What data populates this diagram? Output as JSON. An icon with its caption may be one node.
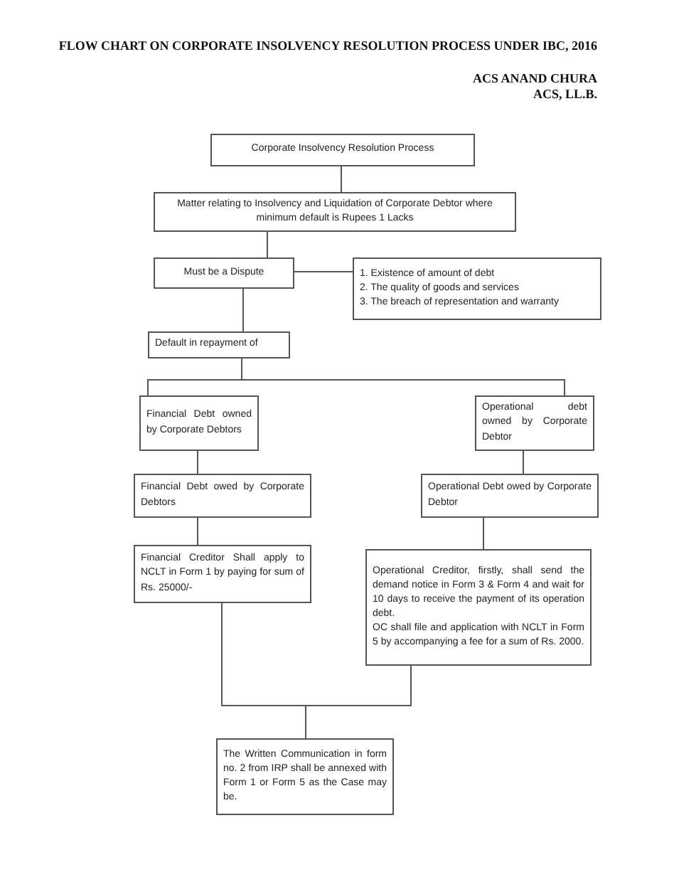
{
  "diagram": {
    "title": "FLOW CHART ON CORPORATE INSOLVENCY RESOLUTION PROCESS UNDER IBC, 2016",
    "nodes": [
      {
        "text": [
          "Corporate Insolvency Resolution Process"
        ]
      },
      {
        "text": [
          "Matter relating to Insolvency and Liquidation of Corporate Debtor where minimum default is Rupees 1 Lacks"
        ]
      },
      {
        "text": [
          "Must be a Dispute"
        ]
      },
      {
        "text": [
          "1. Existence of amount of debt",
          "2. The quality of goods and services",
          "3. The breach of representation and warranty"
        ]
      },
      {
        "text": [
          "Default in repayment of"
        ]
      },
      {
        "text": [
          "Financial Debt owned by Corporate Debtors"
        ]
      },
      {
        "text": [
          "Operational debt owned by Corporate Debtor"
        ]
      },
      {
        "text": [
          "Financial Debt owed by Corporate Debtors"
        ]
      },
      {
        "text": [
          "Operational Debt owed by Corporate Debtor"
        ]
      },
      {
        "text": [
          "Financial Creditor Shall apply to NCLT in Form 1 by paying for sum of Rs. 25000/-"
        ]
      },
      {
        "text": [
          "Operational Creditor, firstly, shall send the demand notice in Form 3 & Form 4 and wait for 10 days to receive the payment of its operation debt.",
          "OC shall file and application with NCLT in Form 5 by accompanying a fee for a sum of Rs. 2000."
        ]
      },
      {
        "text": [
          "The Written Communication in form no. 2 from IRP shall be annexed with Form 1 or Form 5 as the Case may be."
        ]
      }
    ],
    "edges": [
      {
        "from": 0,
        "to": 1,
        "arrow": "none"
      },
      {
        "from": 1,
        "to": 2,
        "arrow": "none"
      },
      {
        "from": 2,
        "to": 3,
        "arrow": "none"
      },
      {
        "from": 2,
        "to": 4,
        "arrow": "none"
      },
      {
        "from": 4,
        "to": 5,
        "arrow": "none"
      },
      {
        "from": 4,
        "to": 6,
        "arrow": "none"
      },
      {
        "from": 5,
        "to": 7,
        "arrow": "none"
      },
      {
        "from": 6,
        "to": 8,
        "arrow": "none"
      },
      {
        "from": 7,
        "to": 9,
        "arrow": "none"
      },
      {
        "from": 8,
        "to": 10,
        "arrow": "none"
      },
      {
        "from": 9,
        "to": 11,
        "arrow": "none"
      },
      {
        "from": 10,
        "to": 11,
        "arrow": "none"
      }
    ],
    "labels": [
      "ACS ANAND CHURA",
      "ACS, LL.B."
    ]
  }
}
